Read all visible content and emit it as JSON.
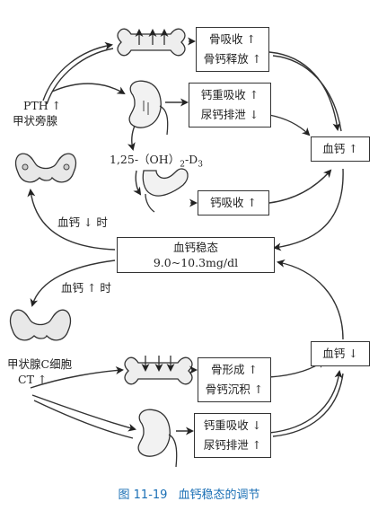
{
  "labels": {
    "pth": "PTH ↑",
    "parathyroid": "甲状旁腺",
    "vitd": "1,25-（OH）",
    "vitd_sub1": "2",
    "vitd_mid": "-D",
    "vitd_sub2": "3",
    "ca_low_when": "血钙 ↓ 时",
    "ca_high_when": "血钙 ↑ 时",
    "c_cell": "甲状腺C细胞",
    "ct": "CT ↑"
  },
  "boxes": {
    "bone_up": [
      "骨吸收 ↑",
      "骨钙释放 ↑"
    ],
    "kidney_up": [
      "钙重吸收 ↑",
      "尿钙排泄 ↓"
    ],
    "gut_up": "钙吸收 ↑",
    "result_up": "血钙 ↑",
    "homeo_title": "血钙稳态",
    "homeo_range": "9.0~10.3mg/dl",
    "result_down": "血钙 ↓",
    "bone_down": [
      "骨形成 ↑",
      "骨钙沉积 ↑"
    ],
    "kidney_down": [
      "钙重吸收 ↓",
      "尿钙排泄 ↑"
    ]
  },
  "caption": {
    "number": "图 11-19",
    "title": "血钙稳态的调节"
  }
}
